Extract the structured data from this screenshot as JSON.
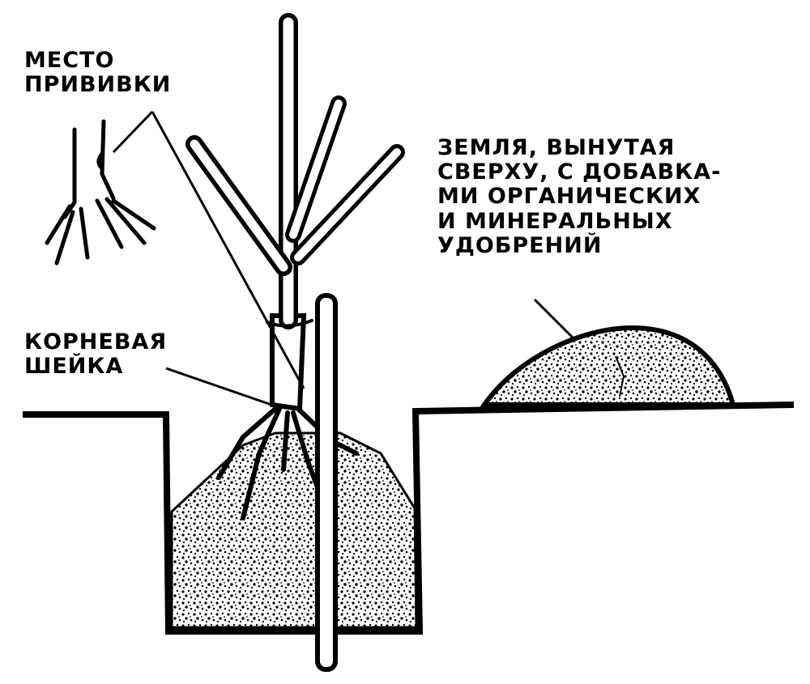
{
  "labels": {
    "graft_site": "МЕСТО\nПРИВИВКИ",
    "root_collar": "КОРНЕВАЯ\nШЕЙКА",
    "topsoil": "ЗЕМЛЯ, ВЫНУТАЯ\nСВЕРХУ, С ДОБАВКА-\nМИ ОРГАНИЧЕСКИХ\nИ МИНЕРАЛЬНЫХ\nУДОБРЕНИЙ"
  },
  "colors": {
    "ink": "#000000",
    "paper": "#ffffff"
  }
}
